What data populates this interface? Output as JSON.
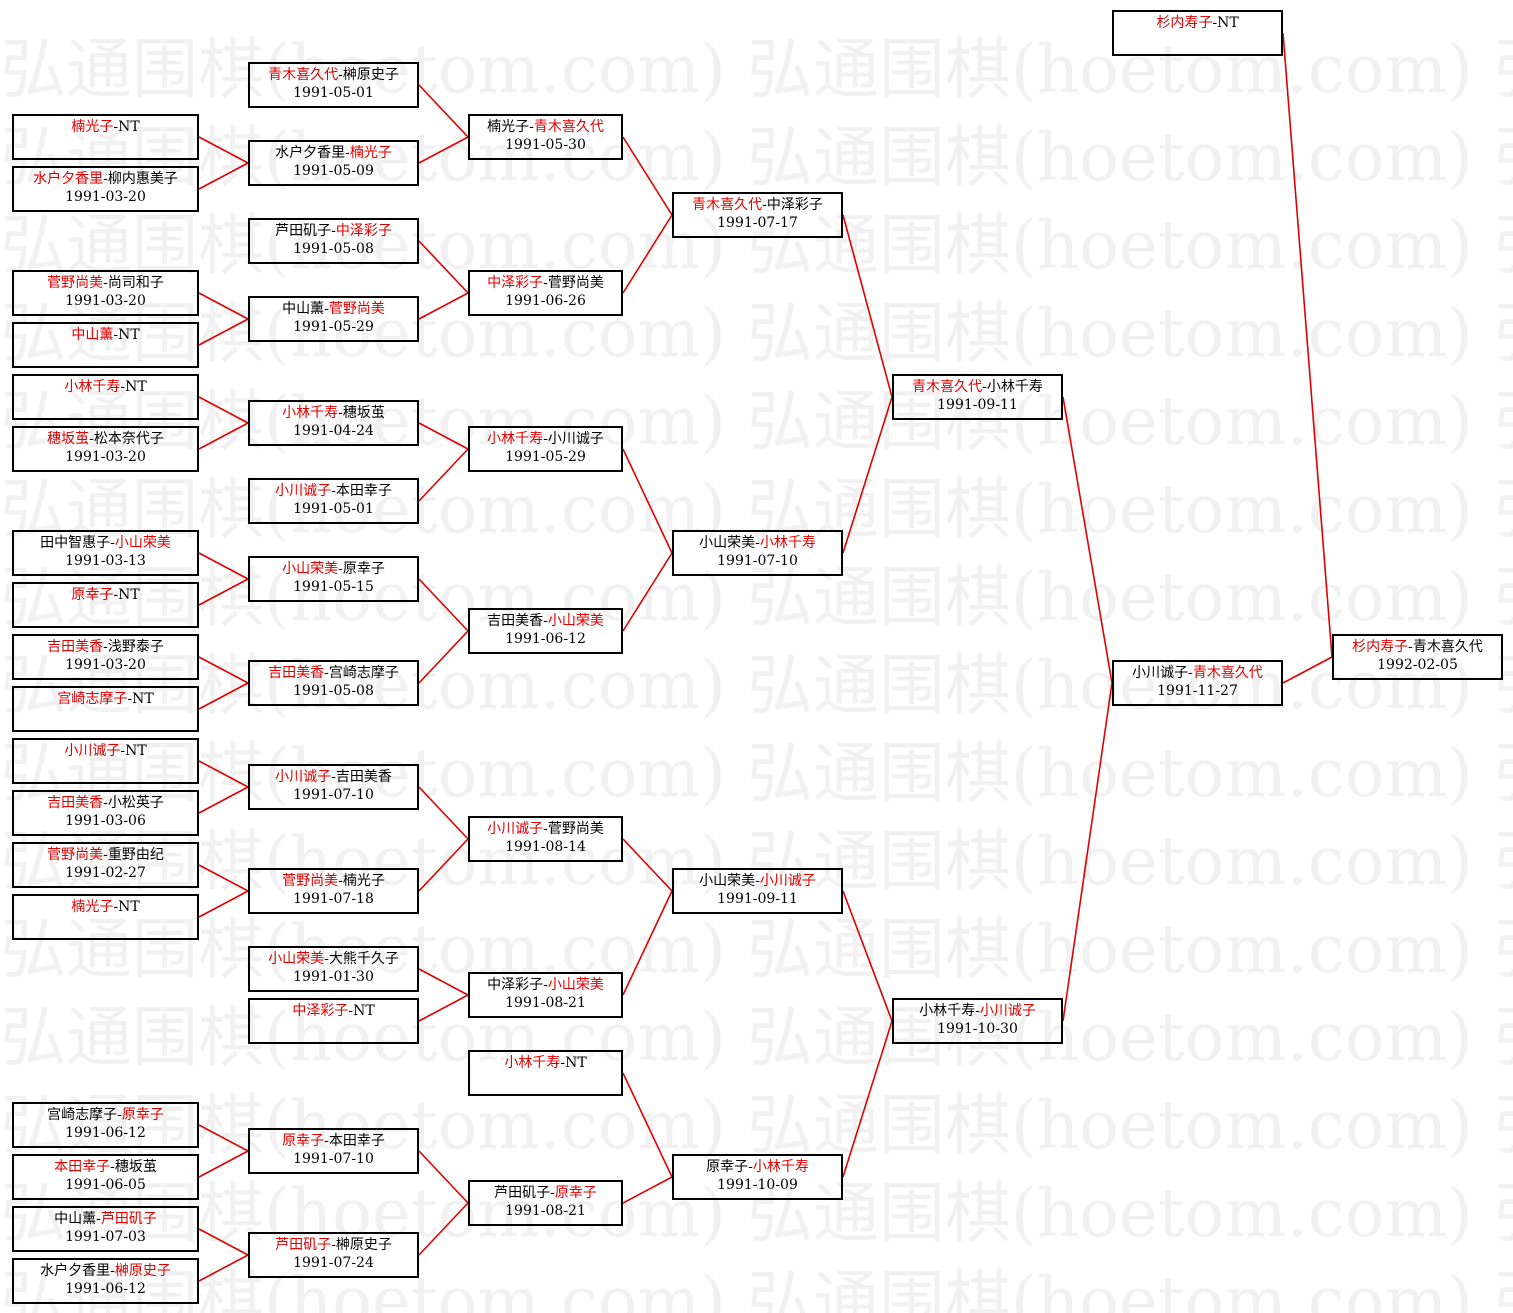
{
  "watermark": "弘通围棋(hoetom.com)",
  "colors": {
    "winner": "#e00000",
    "line": "#e00000",
    "border": "#000000"
  },
  "matches": [
    {
      "id": "r1a",
      "p1": "楠光子",
      "p2": "NT",
      "win": 1,
      "date": ""
    },
    {
      "id": "r1b",
      "p1": "水户夕香里",
      "p2": "柳内惠美子",
      "win": 1,
      "date": "1991-03-20"
    },
    {
      "id": "r1c",
      "p1": "菅野尚美",
      "p2": "尚司和子",
      "win": 1,
      "date": "1991-03-20"
    },
    {
      "id": "r1d",
      "p1": "中山薰",
      "p2": "NT",
      "win": 1,
      "date": ""
    },
    {
      "id": "r1e",
      "p1": "小林千寿",
      "p2": "NT",
      "win": 1,
      "date": ""
    },
    {
      "id": "r1f",
      "p1": "穗坂茧",
      "p2": "松本奈代子",
      "win": 1,
      "date": "1991-03-20"
    },
    {
      "id": "r1g",
      "p1": "田中智惠子",
      "p2": "小山荣美",
      "win": 2,
      "date": "1991-03-13"
    },
    {
      "id": "r1h",
      "p1": "原幸子",
      "p2": "NT",
      "win": 1,
      "date": ""
    },
    {
      "id": "r1i",
      "p1": "吉田美香",
      "p2": "浅野泰子",
      "win": 1,
      "date": "1991-03-20"
    },
    {
      "id": "r1j",
      "p1": "宫崎志摩子",
      "p2": "NT",
      "win": 1,
      "date": ""
    },
    {
      "id": "r1k",
      "p1": "小川诚子",
      "p2": "NT",
      "win": 1,
      "date": ""
    },
    {
      "id": "r1l",
      "p1": "吉田美香",
      "p2": "小松英子",
      "win": 1,
      "date": "1991-03-06"
    },
    {
      "id": "r1m",
      "p1": "菅野尚美",
      "p2": "重野由纪",
      "win": 1,
      "date": "1991-02-27"
    },
    {
      "id": "r1n",
      "p1": "楠光子",
      "p2": "NT",
      "win": 1,
      "date": ""
    },
    {
      "id": "r1o",
      "p1": "宫崎志摩子",
      "p2": "原幸子",
      "win": 2,
      "date": "1991-06-12"
    },
    {
      "id": "r1p",
      "p1": "本田幸子",
      "p2": "穗坂茧",
      "win": 1,
      "date": "1991-06-05"
    },
    {
      "id": "r1q",
      "p1": "中山薰",
      "p2": "芦田矶子",
      "win": 2,
      "date": "1991-07-03"
    },
    {
      "id": "r1r",
      "p1": "水户夕香里",
      "p2": "榊原史子",
      "win": 2,
      "date": "1991-06-12"
    },
    {
      "id": "r2a",
      "p1": "青木喜久代",
      "p2": "榊原史子",
      "win": 1,
      "date": "1991-05-01"
    },
    {
      "id": "r2b",
      "p1": "水户夕香里",
      "p2": "楠光子",
      "win": 2,
      "date": "1991-05-09"
    },
    {
      "id": "r2c",
      "p1": "芦田矶子",
      "p2": "中泽彩子",
      "win": 2,
      "date": "1991-05-08"
    },
    {
      "id": "r2d",
      "p1": "中山薰",
      "p2": "菅野尚美",
      "win": 2,
      "date": "1991-05-29"
    },
    {
      "id": "r2e",
      "p1": "小林千寿",
      "p2": "穗坂茧",
      "win": 1,
      "date": "1991-04-24"
    },
    {
      "id": "r2f",
      "p1": "小川诚子",
      "p2": "本田幸子",
      "win": 1,
      "date": "1991-05-01"
    },
    {
      "id": "r2g",
      "p1": "小山荣美",
      "p2": "原幸子",
      "win": 1,
      "date": "1991-05-15"
    },
    {
      "id": "r2h",
      "p1": "吉田美香",
      "p2": "宫崎志摩子",
      "win": 1,
      "date": "1991-05-08"
    },
    {
      "id": "r2i",
      "p1": "小川诚子",
      "p2": "吉田美香",
      "win": 1,
      "date": "1991-07-10"
    },
    {
      "id": "r2j",
      "p1": "菅野尚美",
      "p2": "楠光子",
      "win": 1,
      "date": "1991-07-18"
    },
    {
      "id": "r2k",
      "p1": "小山荣美",
      "p2": "大熊千久子",
      "win": 1,
      "date": "1991-01-30"
    },
    {
      "id": "r2l",
      "p1": "中泽彩子",
      "p2": "NT",
      "win": 1,
      "date": ""
    },
    {
      "id": "r2m",
      "p1": "原幸子",
      "p2": "本田幸子",
      "win": 1,
      "date": "1991-07-10"
    },
    {
      "id": "r2n",
      "p1": "芦田矶子",
      "p2": "榊原史子",
      "win": 1,
      "date": "1991-07-24"
    },
    {
      "id": "r3a",
      "p1": "楠光子",
      "p2": "青木喜久代",
      "win": 2,
      "date": "1991-05-30"
    },
    {
      "id": "r3b",
      "p1": "中泽彩子",
      "p2": "菅野尚美",
      "win": 1,
      "date": "1991-06-26"
    },
    {
      "id": "r3c",
      "p1": "小林千寿",
      "p2": "小川诚子",
      "win": 1,
      "date": "1991-05-29"
    },
    {
      "id": "r3d",
      "p1": "吉田美香",
      "p2": "小山荣美",
      "win": 2,
      "date": "1991-06-12"
    },
    {
      "id": "r3e",
      "p1": "小川诚子",
      "p2": "菅野尚美",
      "win": 1,
      "date": "1991-08-14"
    },
    {
      "id": "r3f",
      "p1": "中泽彩子",
      "p2": "小山荣美",
      "win": 2,
      "date": "1991-08-21"
    },
    {
      "id": "r3g",
      "p1": "小林千寿",
      "p2": "NT",
      "win": 1,
      "date": ""
    },
    {
      "id": "r3h",
      "p1": "芦田矶子",
      "p2": "原幸子",
      "win": 2,
      "date": "1991-08-21"
    },
    {
      "id": "r4a",
      "p1": "青木喜久代",
      "p2": "中泽彩子",
      "win": 1,
      "date": "1991-07-17"
    },
    {
      "id": "r4b",
      "p1": "小山荣美",
      "p2": "小林千寿",
      "win": 2,
      "date": "1991-07-10"
    },
    {
      "id": "r4c",
      "p1": "小山荣美",
      "p2": "小川诚子",
      "win": 2,
      "date": "1991-09-11"
    },
    {
      "id": "r4d",
      "p1": "原幸子",
      "p2": "小林千寿",
      "win": 2,
      "date": "1991-10-09"
    },
    {
      "id": "r5a",
      "p1": "青木喜久代",
      "p2": "小林千寿",
      "win": 1,
      "date": "1991-09-11"
    },
    {
      "id": "r5b",
      "p1": "小林千寿",
      "p2": "小川诚子",
      "win": 2,
      "date": "1991-10-30"
    },
    {
      "id": "r6a",
      "p1": "小川诚子",
      "p2": "青木喜久代",
      "win": 2,
      "date": "1991-11-27"
    },
    {
      "id": "r6b",
      "p1": "杉内寿子",
      "p2": "NT",
      "win": 1,
      "date": ""
    },
    {
      "id": "r7a",
      "p1": "杉内寿子",
      "p2": "青木喜久代",
      "win": 1,
      "date": "1992-02-05"
    }
  ]
}
